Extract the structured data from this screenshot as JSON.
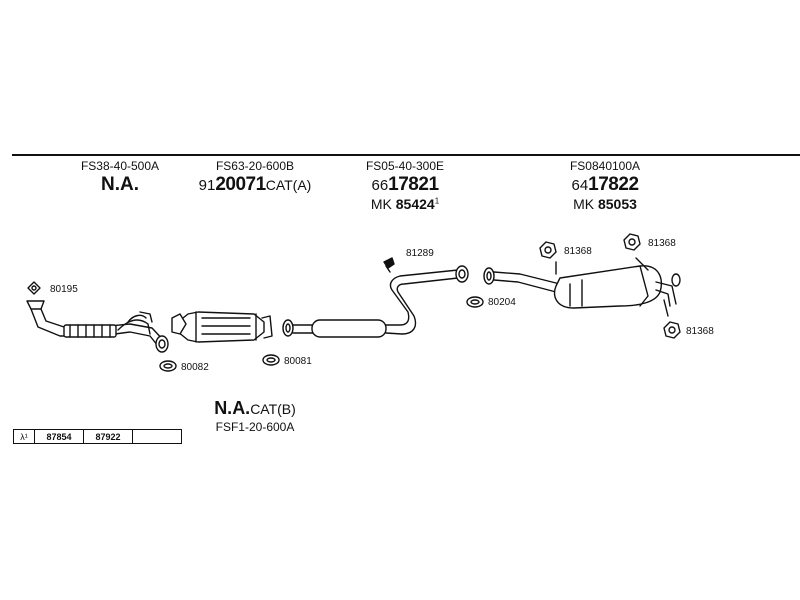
{
  "headers": [
    {
      "code": "FS38-40-500A",
      "na": "N.A."
    },
    {
      "code": "FS63-20-600B",
      "part_prefix": "91",
      "part_main": "20071",
      "part_suffix": "CAT(A)"
    },
    {
      "code": "FS05-40-300E",
      "part_prefix": "66",
      "part_main": "17821",
      "mk_prefix": "MK",
      "mk_value": "85424",
      "mk_sup": "1"
    },
    {
      "code": "FS0840100A",
      "part_prefix": "64",
      "part_main": "17822",
      "mk_prefix": "MK",
      "mk_value": "85053"
    }
  ],
  "labels": {
    "gasket_80195": "80195",
    "gasket_80082": "80082",
    "gasket_80081": "80081",
    "clamp_81289": "81289",
    "gasket_80204": "80204",
    "hanger_81368_a": "81368",
    "hanger_81368_b": "81368",
    "hanger_81368_c": "81368"
  },
  "bottom": {
    "na": "N.A.",
    "suffix": "CAT(B)",
    "code": "FSF1-20-600A"
  },
  "lambda_row": {
    "symbol": "λ¹",
    "values": [
      "87854",
      "87922"
    ]
  }
}
